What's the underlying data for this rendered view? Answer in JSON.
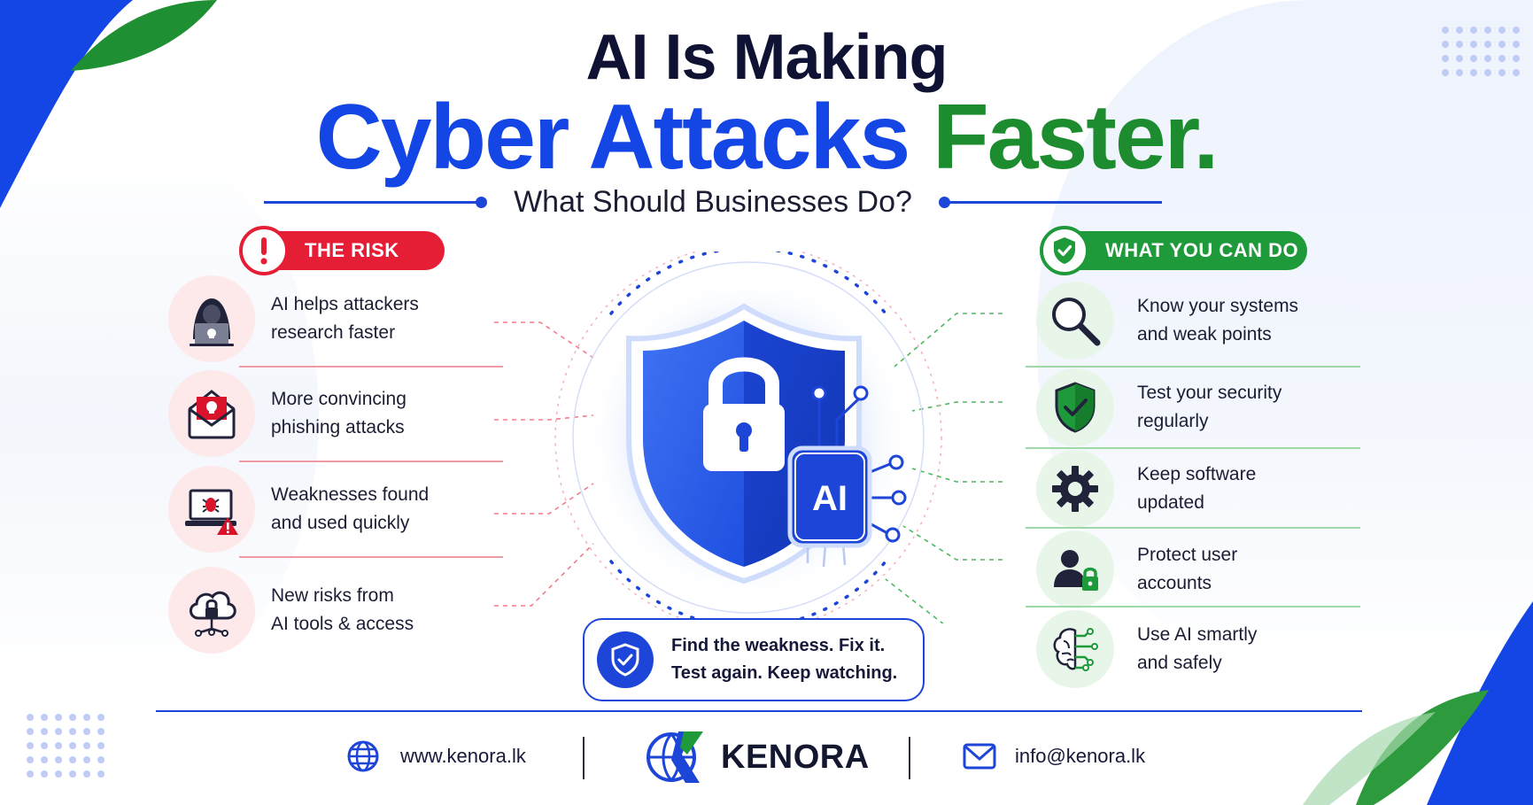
{
  "title": {
    "line1": "AI Is Making",
    "line2_blue": "Cyber Attacks",
    "line2_green": "Faster.",
    "subtitle": "What Should Businesses Do?"
  },
  "risk": {
    "heading": "THE RISK",
    "items": [
      {
        "line1": "AI helps attackers",
        "line2": "research faster",
        "icon": "hacker-icon"
      },
      {
        "line1": "More convincing",
        "line2": "phishing attacks",
        "icon": "phishing-envelope-icon"
      },
      {
        "line1": "Weaknesses found",
        "line2": "and used quickly",
        "icon": "bug-laptop-icon"
      },
      {
        "line1": "New risks from",
        "line2": "AI tools & access",
        "icon": "cloud-lock-icon"
      }
    ]
  },
  "actions": {
    "heading": "WHAT YOU CAN DO",
    "items": [
      {
        "line1": "Know your systems",
        "line2": "and weak points",
        "icon": "magnifier-icon"
      },
      {
        "line1": "Test your security",
        "line2": "regularly",
        "icon": "shield-check-icon"
      },
      {
        "line1": "Keep software",
        "line2": "updated",
        "icon": "gear-icon"
      },
      {
        "line1": "Protect user",
        "line2": "accounts",
        "icon": "user-lock-icon"
      },
      {
        "line1": "Use AI smartly",
        "line2": "and safely",
        "icon": "brain-circuit-icon"
      }
    ]
  },
  "center": {
    "chip_label": "AI",
    "motto_line1": "Find the weakness. Fix it.",
    "motto_line2": "Test again. Keep watching."
  },
  "footer": {
    "website": "www.kenora.lk",
    "brand": "KENORA",
    "email": "info@kenora.lk"
  },
  "colors": {
    "blue": "#1446e6",
    "green": "#1c8c2e",
    "red": "#e51d35",
    "dark": "#0f1233"
  }
}
